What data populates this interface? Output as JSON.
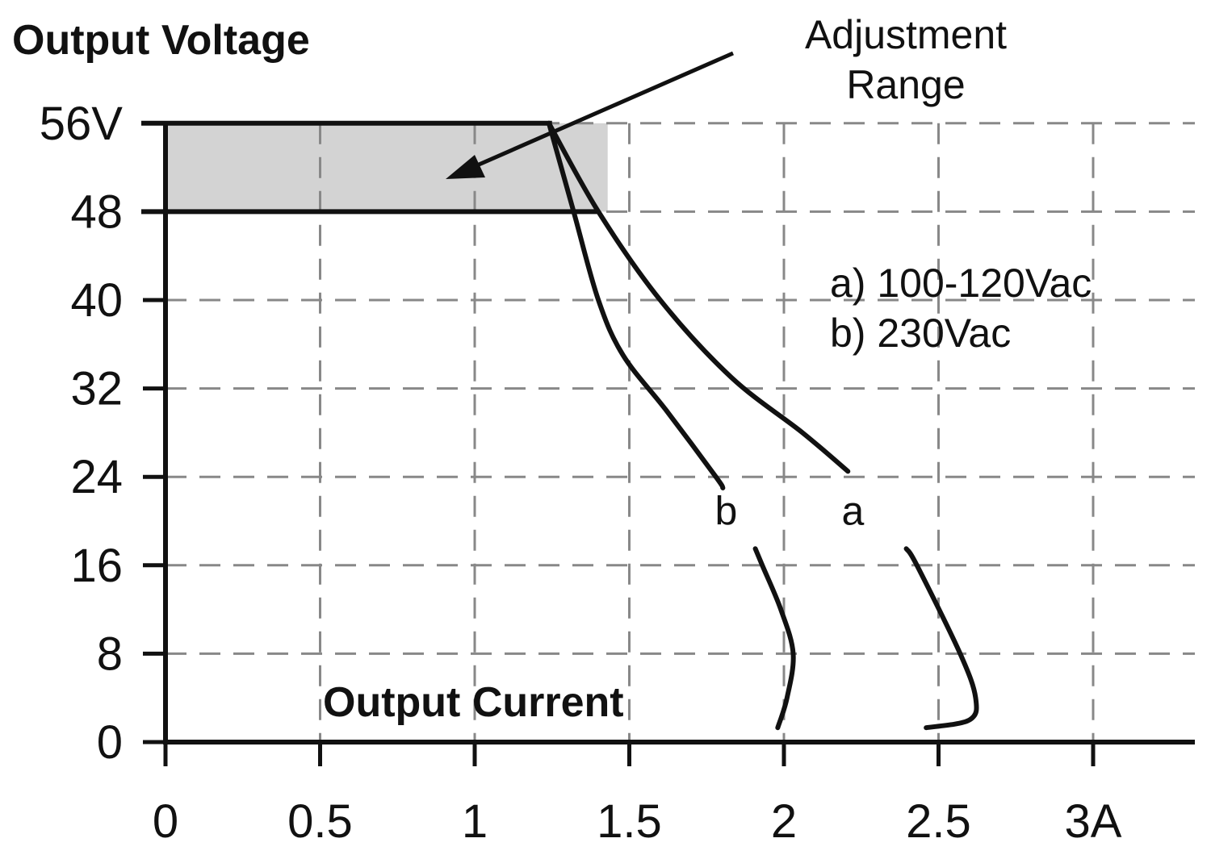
{
  "chart_data": {
    "type": "line",
    "ylabel": "Output Voltage",
    "xlabel": "Output Current",
    "xlim": [
      0,
      3.3
    ],
    "ylim": [
      0,
      56
    ],
    "x_ticks": [
      0,
      0.5,
      1,
      1.5,
      2,
      2.5,
      3
    ],
    "x_tick_labels": [
      "0",
      "0.5",
      "1",
      "1.5",
      "2",
      "2.5",
      "3A"
    ],
    "y_ticks": [
      0,
      8,
      16,
      24,
      32,
      40,
      48,
      56
    ],
    "y_tick_labels": [
      "0",
      "8",
      "16",
      "24",
      "32",
      "40",
      "48",
      "56V"
    ],
    "grid": true,
    "adjustment_range": {
      "label_line1": "Adjustment",
      "label_line2": "Range",
      "x": [
        0,
        1.25
      ],
      "y": [
        48,
        56
      ],
      "fill_color": "#d3d3d3"
    },
    "legend": {
      "placement": "right",
      "entries": [
        "a) 100-120Vac",
        "b) 230Vac"
      ]
    },
    "series": [
      {
        "label": "a",
        "x": [
          1.24,
          1.4,
          1.6,
          1.83,
          2.06,
          2.27,
          2.43,
          2.57,
          2.62,
          2.6,
          2.46
        ],
        "y": [
          56,
          48,
          40,
          33,
          28,
          23,
          16,
          8,
          4,
          2,
          1.3
        ],
        "label_gap": [
          24.5,
          17.5
        ],
        "label_pos": [
          2.21,
          21
        ]
      },
      {
        "label": "b",
        "x": [
          1.24,
          1.32,
          1.4,
          1.48,
          1.62,
          1.78,
          1.87,
          1.93,
          1.99,
          2.03,
          2.01,
          1.98
        ],
        "y": [
          56,
          48,
          40,
          35,
          30,
          24,
          20,
          16,
          12,
          8,
          4,
          1.3
        ],
        "label_gap": [
          23,
          17.5
        ],
        "label_pos": [
          1.8,
          21
        ]
      }
    ],
    "colors": {
      "line": "#111111",
      "grid": "#888888",
      "fill": "#d3d3d3"
    }
  }
}
